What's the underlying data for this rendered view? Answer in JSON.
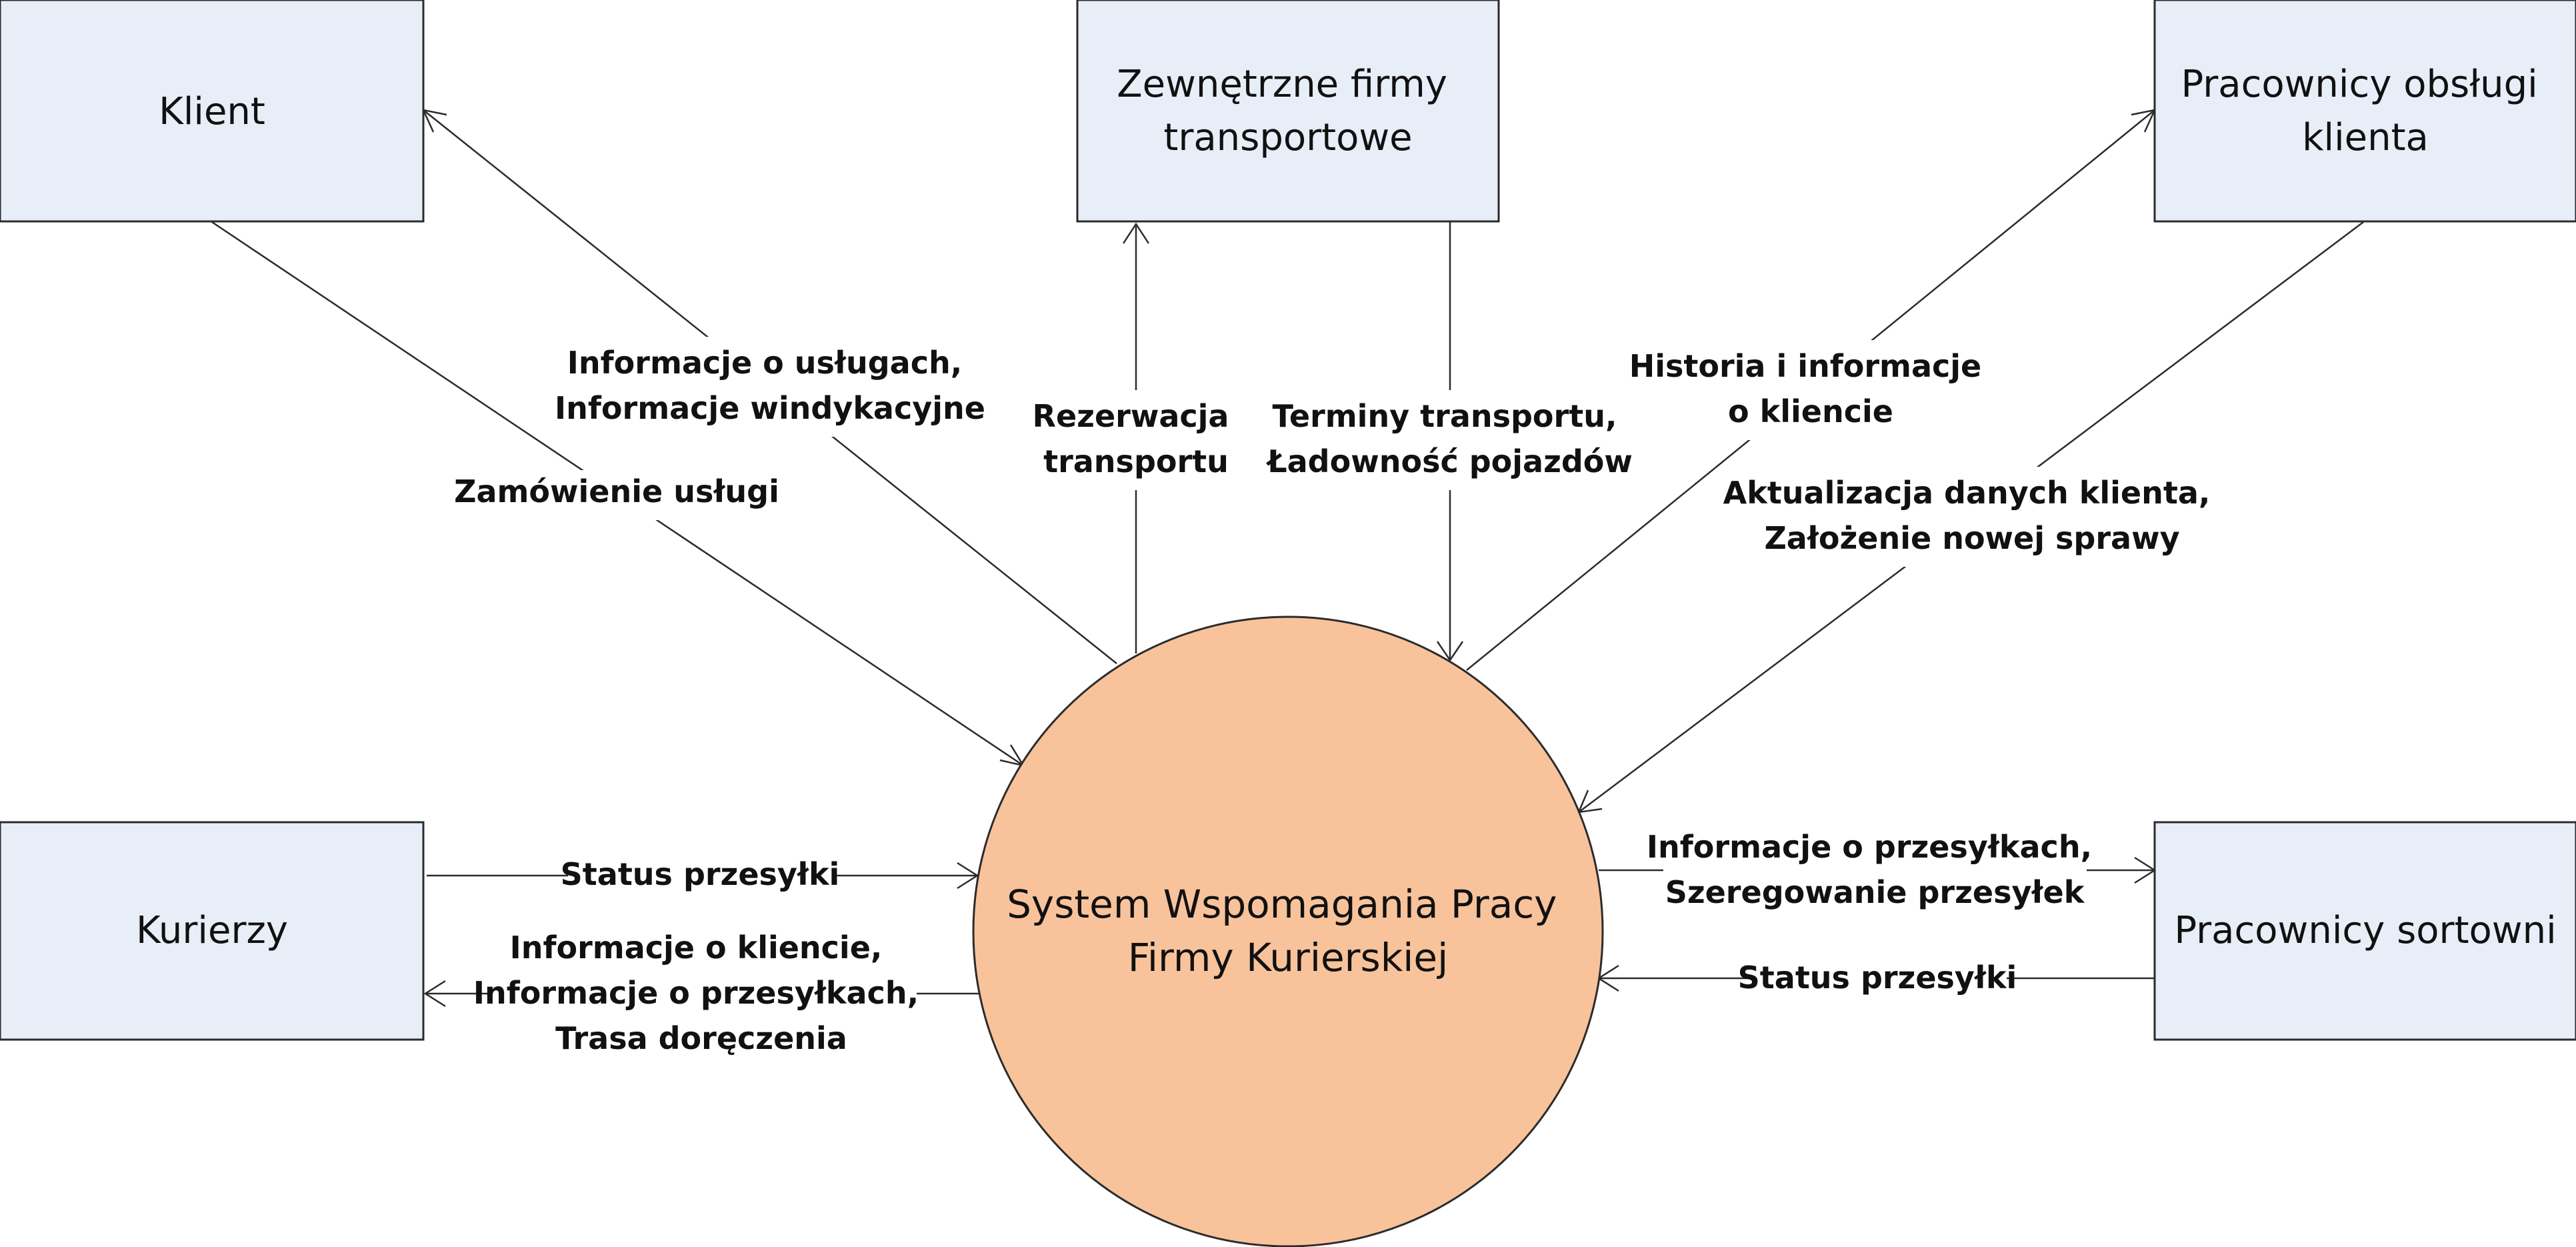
{
  "diagram": {
    "type": "data-flow-context-diagram",
    "colors": {
      "entity_fill": "#e8eef8",
      "process_fill": "#f8c39b",
      "stroke": "#2b2b2b"
    },
    "process": {
      "label_lines": [
        "System Wspomagania Pracy",
        "Firmy Kurierskiej"
      ]
    },
    "entities": {
      "klient": {
        "label_lines": [
          "Klient"
        ]
      },
      "zewnetrzne_firmy": {
        "label_lines": [
          "Zewnętrzne firmy",
          "transportowe"
        ]
      },
      "pracownicy_obslugi": {
        "label_lines": [
          "Pracownicy obsługi",
          "klienta"
        ]
      },
      "kurierzy": {
        "label_lines": [
          "Kurierzy"
        ]
      },
      "pracownicy_sortowni": {
        "label_lines": [
          "Pracownicy sortowni"
        ]
      }
    },
    "flows": {
      "info_uslugi": {
        "label_lines": [
          "Informacje o usługach,",
          "Informacje windykacyjne"
        ]
      },
      "zamowienie": {
        "label_lines": [
          "Zamówienie usługi"
        ]
      },
      "rezerwacja": {
        "label_lines": [
          "Rezerwacja",
          "transportu"
        ]
      },
      "terminy": {
        "label_lines": [
          "Terminy transportu,",
          "Ładowność pojazdów"
        ]
      },
      "historia": {
        "label_lines": [
          "Historia i informacje",
          "o kliencie"
        ]
      },
      "aktualizacja": {
        "label_lines": [
          "Aktualizacja danych klienta,",
          "Założenie nowej sprawy"
        ]
      },
      "status_kurier": {
        "label_lines": [
          "Status przesyłki"
        ]
      },
      "info_kurier": {
        "label_lines": [
          "Informacje o kliencie,",
          "Informacje o przesyłkach,",
          "Trasa doręczenia"
        ]
      },
      "info_sortownia": {
        "label_lines": [
          "Informacje o przesyłkach,",
          "Szeregowanie przesyłek"
        ]
      },
      "status_sortownia": {
        "label_lines": [
          "Status przesyłki"
        ]
      }
    }
  }
}
